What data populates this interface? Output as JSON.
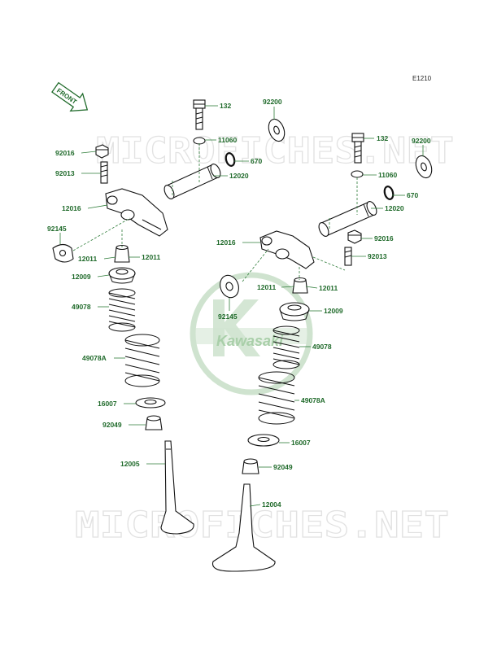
{
  "diagram_code": "E1210",
  "front_label": "FRONT",
  "watermark_text": "MICROFICHES.NET",
  "logo_text": "Kawasaki",
  "colors": {
    "label": "#1f6a2a",
    "leader": "#2f7d3a",
    "logo": "#cfe3cf",
    "watermark": "#e2e2e2"
  },
  "parts": [
    {
      "key": "p132a",
      "number": "132"
    },
    {
      "key": "p92200a",
      "number": "92200"
    },
    {
      "key": "p11060a",
      "number": "11060"
    },
    {
      "key": "p670a",
      "number": "670"
    },
    {
      "key": "p12020a",
      "number": "12020"
    },
    {
      "key": "p92016a",
      "number": "92016"
    },
    {
      "key": "p92013a",
      "number": "92013"
    },
    {
      "key": "p12016a",
      "number": "12016"
    },
    {
      "key": "p92145a",
      "number": "92145"
    },
    {
      "key": "p12011a",
      "number": "12011"
    },
    {
      "key": "p12011b",
      "number": "12011"
    },
    {
      "key": "p12009a",
      "number": "12009"
    },
    {
      "key": "p49078a",
      "number": "49078"
    },
    {
      "key": "p49078Aa",
      "number": "49078A"
    },
    {
      "key": "p16007a",
      "number": "16007"
    },
    {
      "key": "p92049a",
      "number": "92049"
    },
    {
      "key": "p12005",
      "number": "12005"
    },
    {
      "key": "p132b",
      "number": "132"
    },
    {
      "key": "p92200b",
      "number": "92200"
    },
    {
      "key": "p11060b",
      "number": "11060"
    },
    {
      "key": "p670b",
      "number": "670"
    },
    {
      "key": "p12020b",
      "number": "12020"
    },
    {
      "key": "p12016b",
      "number": "12016"
    },
    {
      "key": "p92016b",
      "number": "92016"
    },
    {
      "key": "p92013b",
      "number": "92013"
    },
    {
      "key": "p12011c",
      "number": "12011"
    },
    {
      "key": "p12011d",
      "number": "12011"
    },
    {
      "key": "p92145b",
      "number": "92145"
    },
    {
      "key": "p12009b",
      "number": "12009"
    },
    {
      "key": "p49078b",
      "number": "49078"
    },
    {
      "key": "p49078Ab",
      "number": "49078A"
    },
    {
      "key": "p16007b",
      "number": "16007"
    },
    {
      "key": "p92049b",
      "number": "92049"
    },
    {
      "key": "p12004",
      "number": "12004"
    }
  ]
}
